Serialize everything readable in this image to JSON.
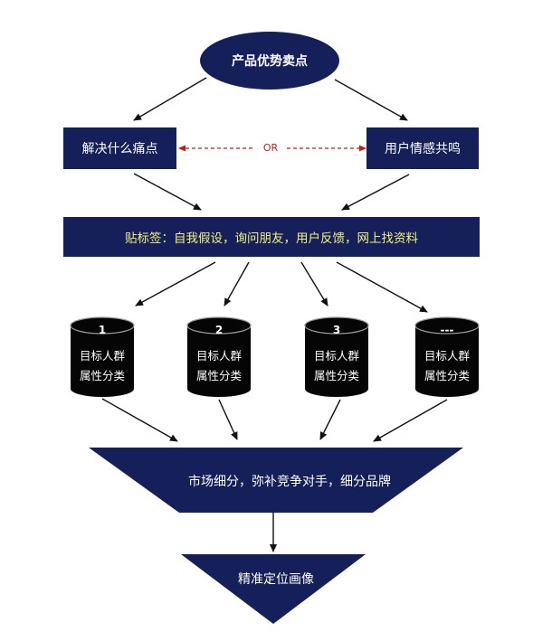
{
  "title": "产品优势卖点",
  "left_box": "解决什么痛点",
  "right_box": "用户情感共鸣",
  "or_label": "OR",
  "banner": "贴标签：自我假设，询问朋友，用户反馈，网上找资料",
  "segments": [
    {
      "num": "1",
      "line1": "目标人群",
      "line2": "属性分类"
    },
    {
      "num": "2",
      "line1": "目标人群",
      "line2": "属性分类"
    },
    {
      "num": "3",
      "line1": "目标人群",
      "line2": "属性分类"
    },
    {
      "num": "---",
      "line1": "目标人群",
      "line2": "属性分类"
    }
  ],
  "funnel": "市场细分，弥补竞争对手，细分品牌",
  "final": "精准定位画像",
  "colors": {
    "navy": "#15205a",
    "banner_text": "#f3f07a",
    "or_red": "#cc1a1a"
  }
}
